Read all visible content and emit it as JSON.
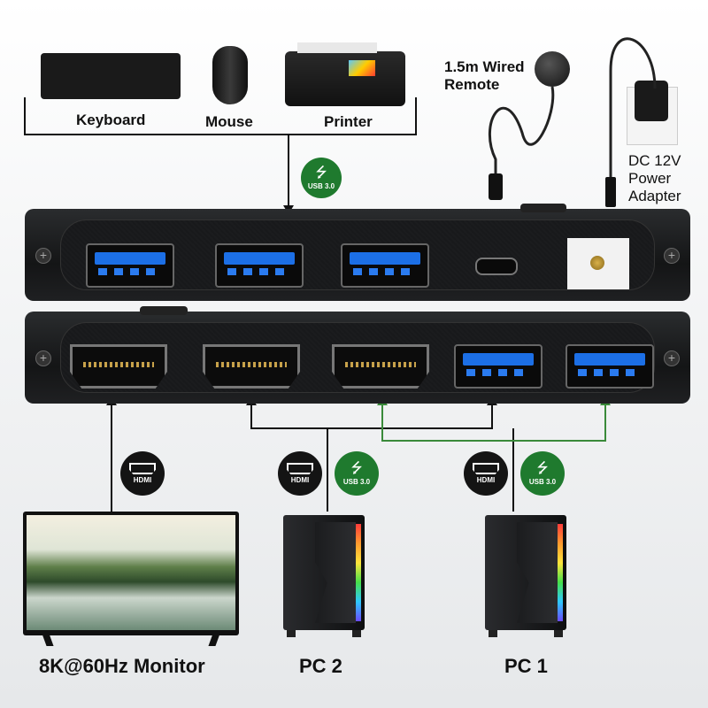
{
  "peripherals": {
    "keyboard": "Keyboard",
    "mouse": "Mouse",
    "printer": "Printer"
  },
  "remote": {
    "label_line1": "1.5m Wired",
    "label_line2": "Remote"
  },
  "power": {
    "line1": "DC 12V",
    "line2": "Power",
    "line3": "Adapter"
  },
  "badges": {
    "usb": "USB 3.0",
    "hdmi": "HDMI"
  },
  "devices": {
    "monitor": "8K@60Hz Monitor",
    "pc2": "PC 2",
    "pc1": "PC 1"
  },
  "colors": {
    "green_line": "#3a8a3a",
    "black_line": "#111111",
    "usb_blue": "#1c6fe6"
  }
}
